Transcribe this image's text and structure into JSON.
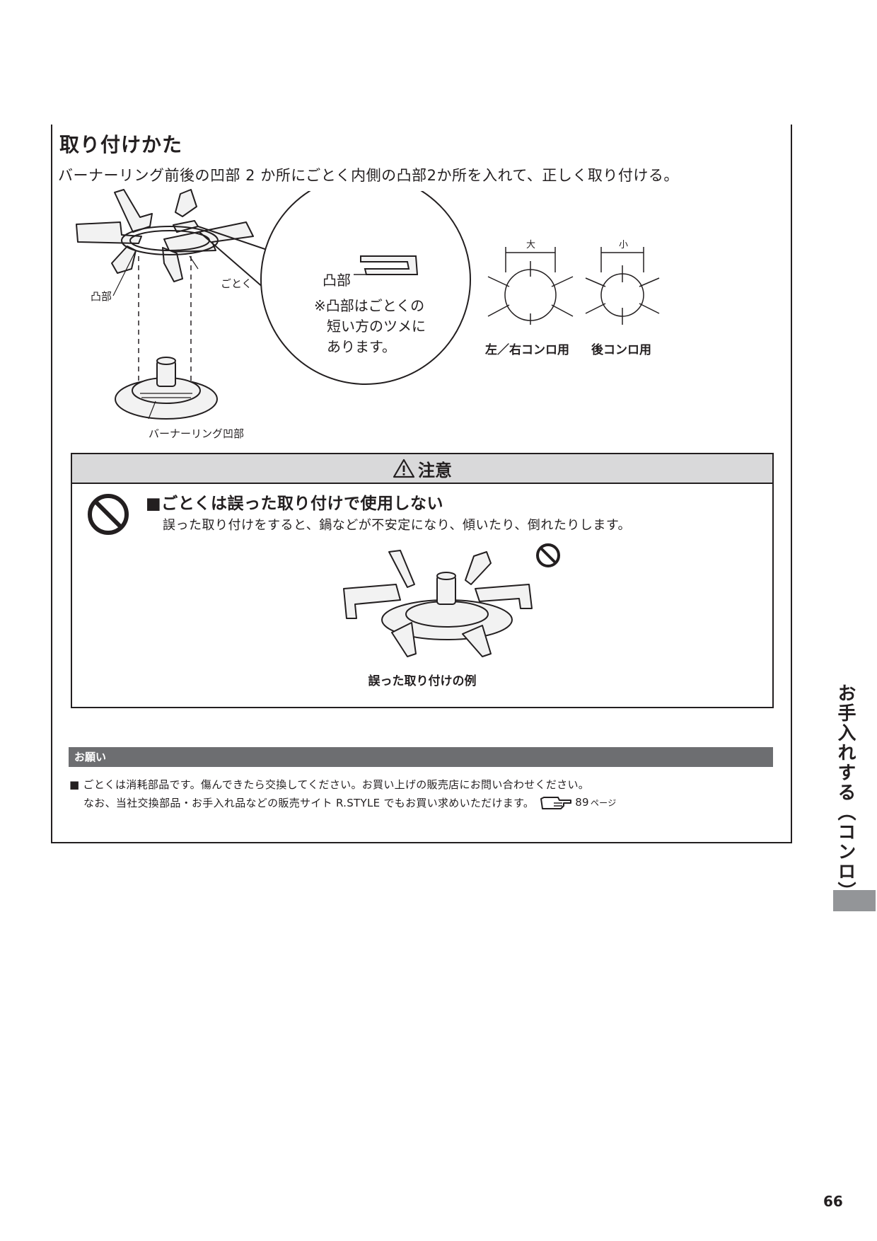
{
  "section": {
    "title": "取り付けかた",
    "intro": "バーナーリング前後の凹部 2 か所にごとく内側の凸部2か所を入れて、正しく取り付ける。"
  },
  "figure": {
    "label_totsubu": "凸部",
    "label_gotoku": "ごとく",
    "label_ring_recess": "バーナーリング凹部",
    "zoom_label": "凸部",
    "zoom_note_1": "※凸部はごとくの",
    "zoom_note_2": "短い方のツメに",
    "zoom_note_3": "あります。",
    "size_large": "大",
    "size_small": "小",
    "caption_left_right": "左／右コンロ用",
    "caption_rear": "後コンロ用"
  },
  "caution": {
    "heading": "注意",
    "title": "■ごとくは誤った取り付けで使用しない",
    "body": "誤った取り付けをすると、鍋などが不安定になり、傾いたり、倒れたりします。",
    "image_caption": "誤った取り付けの例"
  },
  "request": {
    "heading": "お願い",
    "line1": "■ ごとくは消耗部品です。傷んできたら交換してください。お買い上げの販売店にお問い合わせください。",
    "line2": "なお、当社交換部品・お手入れ品などの販売サイト R.STYLE でもお買い求めいただけます。",
    "ref_page": "89",
    "ref_suffix": "ページ"
  },
  "side_tab": "お手入れする（コンロ）",
  "page_number": "66",
  "colors": {
    "text": "#231f20",
    "caution_header": "#d9d9da",
    "request_bar": "#6d6e71",
    "side_block": "#939598"
  }
}
